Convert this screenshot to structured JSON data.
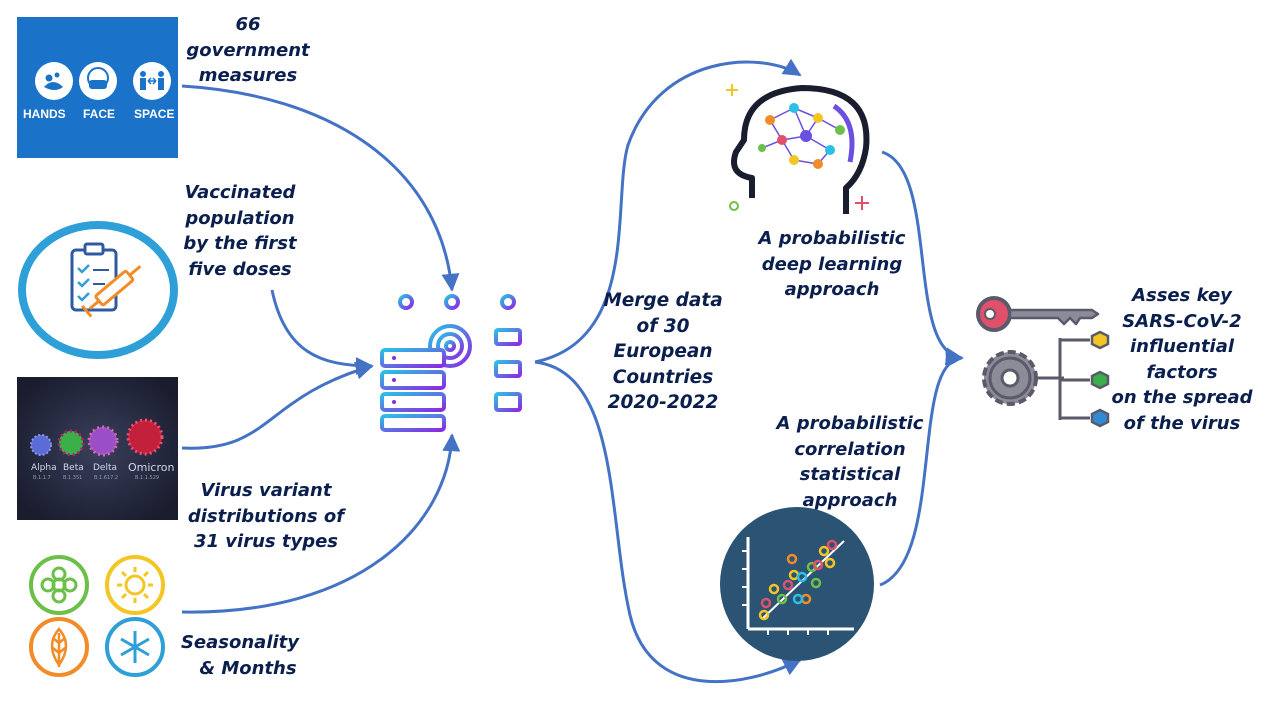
{
  "inputs": {
    "measures": {
      "lines": [
        "66",
        "government",
        "measures"
      ],
      "icons": [
        "HANDS",
        "FACE",
        "SPACE"
      ]
    },
    "vaccinated": {
      "lines": [
        "Vaccinated",
        "population",
        "by the first",
        "five doses"
      ]
    },
    "variants": {
      "lines": [
        "Virus variant",
        "distributions of",
        "31 virus types"
      ],
      "names": [
        "Alpha",
        "Beta",
        "Delta",
        "Omicron"
      ],
      "codes": [
        "B.1.1.7",
        "B.1.351",
        "B.1.617.2",
        "B.1.1.529"
      ]
    },
    "seasonality": {
      "lines": [
        "Seasonality",
        "& Months"
      ]
    }
  },
  "merge": {
    "lines": [
      "Merge data",
      "of 30",
      "European",
      "Countries",
      "2020-2022"
    ]
  },
  "deep": {
    "lines": [
      "A probabilistic",
      "deep learning",
      "approach"
    ]
  },
  "stat": {
    "lines": [
      "A probabilistic",
      "correlation",
      "statistical",
      "approach"
    ]
  },
  "output": {
    "lines": [
      "Asses key",
      "SARS-CoV-2",
      "influential",
      "factors",
      "on the spread",
      "of the virus"
    ]
  },
  "colors": {
    "arrow": "#4472c4",
    "text": "#0b1f4e",
    "blue_panel": "#1a73c8",
    "teal": "#2f9fd8",
    "dark": "#1a1d2e",
    "chart_bg": "#2b5474"
  }
}
